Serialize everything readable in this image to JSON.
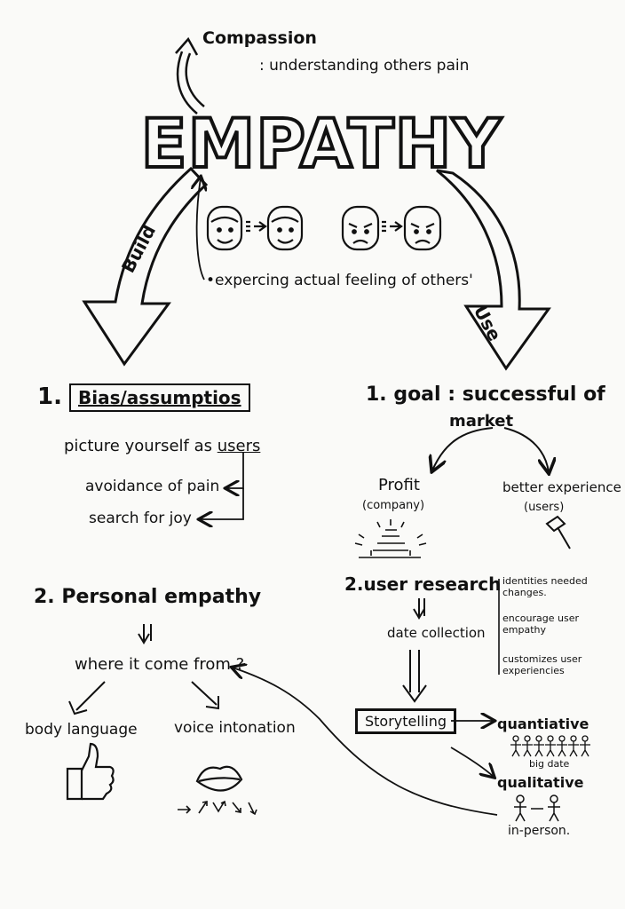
{
  "title": "EMPATHY",
  "compassion": {
    "label": "Compassion",
    "definition": ": understanding others pain"
  },
  "feeling_note": "•expercing actual feeling of others'",
  "arrows": {
    "build": "Build",
    "use": "Use"
  },
  "left": {
    "bias": {
      "number": "1.",
      "heading": "Bias/assumptios",
      "line": "picture yourself as",
      "underlined": "users",
      "items": [
        "avoidance of pain",
        "search for joy"
      ]
    },
    "personal": {
      "heading": "2. Personal empathy",
      "question": "where it come from ?",
      "branches": [
        "body language",
        "voice intonation"
      ]
    }
  },
  "right": {
    "goal": {
      "heading": "1. goal : successful of",
      "heading2": "market",
      "profit": "Profit",
      "profit_sub": "(company)",
      "experience": "better experience",
      "experience_sub": "(users)"
    },
    "research": {
      "heading": "2.user research",
      "bullets": [
        "identities needed changes.",
        "encourage user empathy",
        "customizes user experiencies"
      ],
      "data": "date collection",
      "storytelling": "Storytelling",
      "quantitative": "quantiative",
      "quantitative_sub": "big date",
      "qualitative": "qualitative",
      "qualitative_sub": "in-person."
    }
  }
}
